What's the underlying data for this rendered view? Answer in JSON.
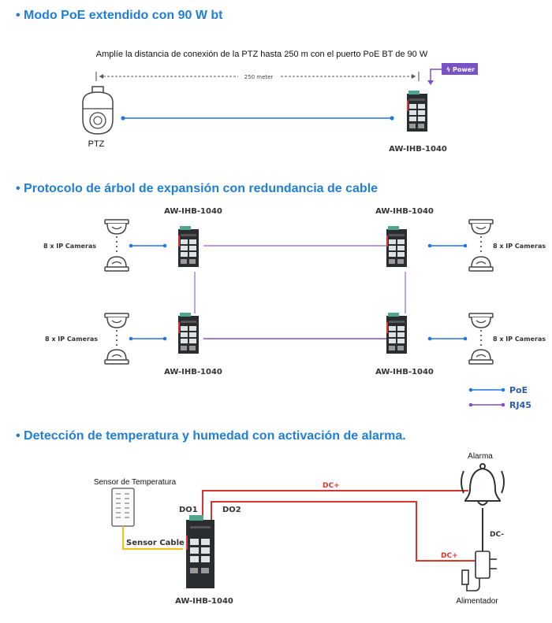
{
  "section1": {
    "header": "• Modo PoE extendido con 90 W bt",
    "caption": "Amplíe la distancia de conexión de la PTZ hasta 250 m con el puerto PoE BT de 90 W",
    "distance_label": "250 meter",
    "power_badge": "Power",
    "ptz_label": "PTZ",
    "switch_label": "AW-IHB-1040"
  },
  "section2": {
    "header": "• Protocolo de árbol de expansión con redundancia de cable",
    "switch_label": "AW-IHB-1040",
    "camera_group_label": "8 x IP Cameras",
    "legend": [
      {
        "label": "PoE",
        "color": "#2277dd"
      },
      {
        "label": "RJ45",
        "color": "#7a52c8"
      }
    ]
  },
  "section3": {
    "header": "• Detección de temperatura y humedad con activación de alarma.",
    "sensor_label": "Sensor de Temperatura",
    "sensor_cable_label": "Sensor Cable",
    "do1_label": "DO1",
    "do2_label": "DO2",
    "dc_plus_label": "DC+",
    "dc_minus_label": "DC-",
    "alarm_label": "Alarma",
    "power_supply_label": "Alimentador",
    "switch_label": "AW-IHB-1040",
    "colors": {
      "dc_line": "#d8342f",
      "sensor_cable": "#f0c21a"
    }
  }
}
